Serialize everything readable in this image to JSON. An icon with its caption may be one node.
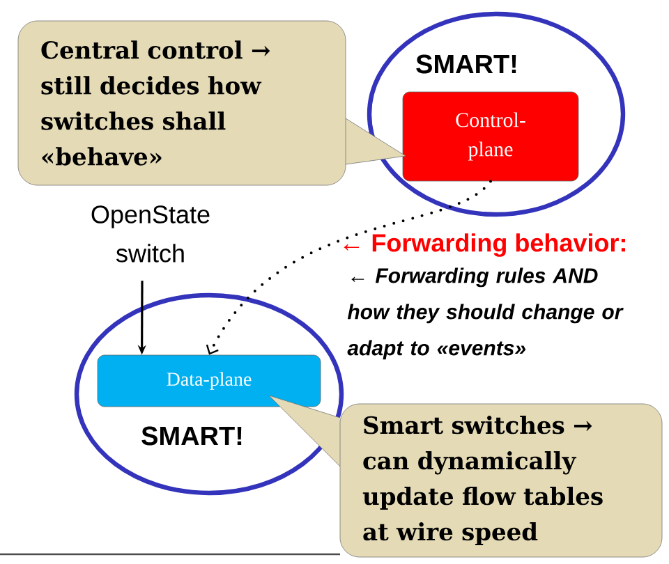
{
  "diagram": {
    "nodes": [
      {
        "text": [
          "SMART!"
        ]
      },
      {
        "text": [
          "Control-plane"
        ],
        "in": 0
      },
      {
        "text": [
          "SMART!"
        ]
      },
      {
        "text": [
          "Data-plane"
        ],
        "in": 2
      },
      {
        "text": [
          "Central control → still decides how switches shall «behave»"
        ]
      },
      {
        "text": [
          "Smart switches → can dynamically update flow tables at wire speed"
        ]
      },
      {
        "text": [
          "OpenState switch"
        ]
      }
    ],
    "edges": [
      {
        "from": 6,
        "to": 3,
        "arrow": "to"
      },
      {
        "from": 1,
        "to": 3,
        "arrow": "to",
        "style": "dashed"
      }
    ],
    "labels": [
      "← Forwarding behavior:",
      "← Forwarding rules AND how they should change or adapt to «events»"
    ]
  }
}
